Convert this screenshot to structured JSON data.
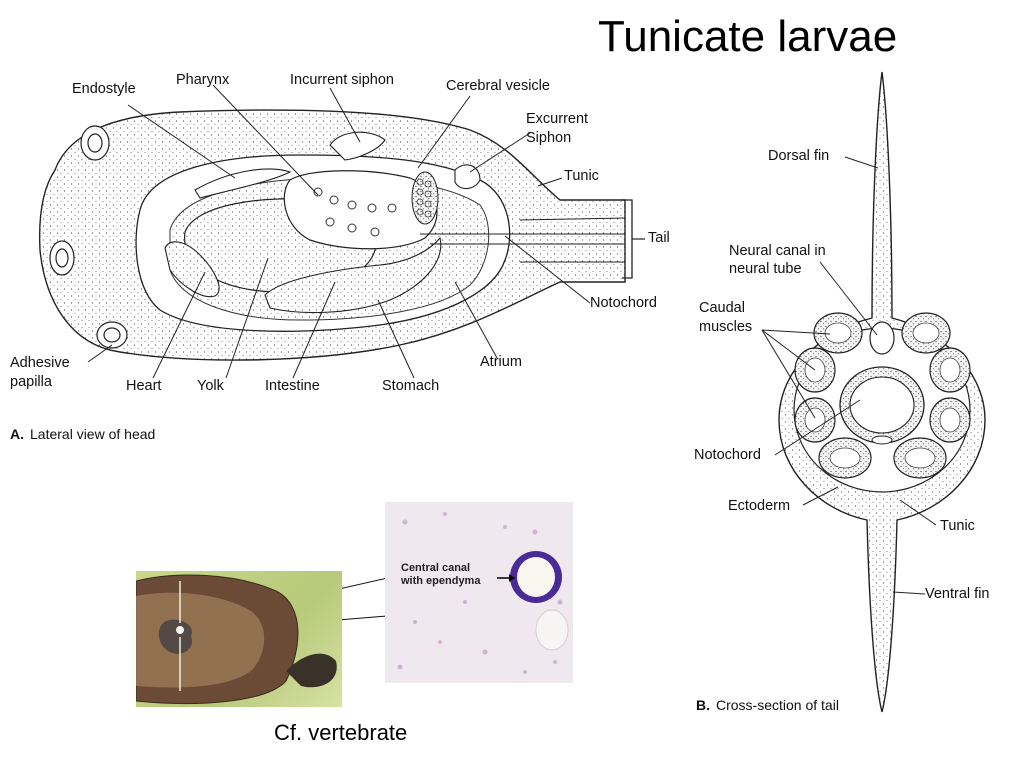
{
  "title": "Tunicate larvae",
  "panel_a": {
    "caption_letter": "A.",
    "caption_text": "Lateral view of head",
    "labels": {
      "endostyle": "Endostyle",
      "pharynx": "Pharynx",
      "incurrent_siphon": "Incurrent siphon",
      "cerebral_vesicle": "Cerebral vesicle",
      "excurrent_siphon_1": "Excurrent",
      "excurrent_siphon_2": "Siphon",
      "tunic": "Tunic",
      "tail": "Tail",
      "notochord": "Notochord",
      "atrium": "Atrium",
      "stomach": "Stomach",
      "intestine": "Intestine",
      "yolk": "Yolk",
      "heart": "Heart",
      "adhesive_papilla_1": "Adhesive",
      "adhesive_papilla_2": "papilla"
    }
  },
  "panel_b": {
    "caption_letter": "B.",
    "caption_text": "Cross-section of tail",
    "labels": {
      "dorsal_fin": "Dorsal fin",
      "neural_canal_1": "Neural canal in",
      "neural_canal_2": "neural tube",
      "caudal_muscles_1": "Caudal",
      "caudal_muscles_2": "muscles",
      "notochord": "Notochord",
      "ectoderm": "Ectoderm",
      "tunic": "Tunic",
      "ventral_fin": "Ventral fin"
    }
  },
  "comparison": {
    "photo_label_1": "Central canal",
    "photo_label_2": "with ependyma",
    "caption": "Cf. vertebrate"
  }
}
